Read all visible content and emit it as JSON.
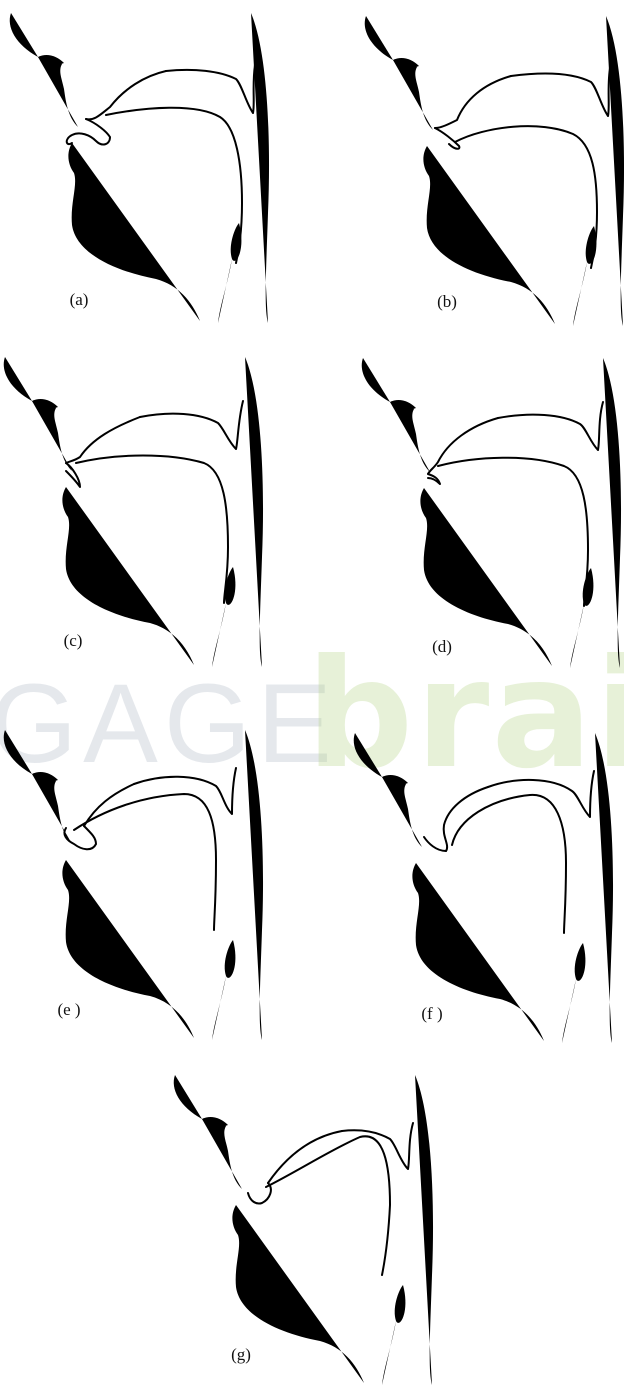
{
  "watermark": {
    "part1": "GAGE",
    "part2": "brai"
  },
  "figures": [
    {
      "id": "a",
      "caption": "(a)"
    },
    {
      "id": "b",
      "caption": "(b)"
    },
    {
      "id": "c",
      "caption": "(c)"
    },
    {
      "id": "d",
      "caption": "(d)"
    },
    {
      "id": "e",
      "caption": "(e )"
    },
    {
      "id": "f",
      "caption": "(f )"
    },
    {
      "id": "g",
      "caption": "(g)"
    }
  ]
}
